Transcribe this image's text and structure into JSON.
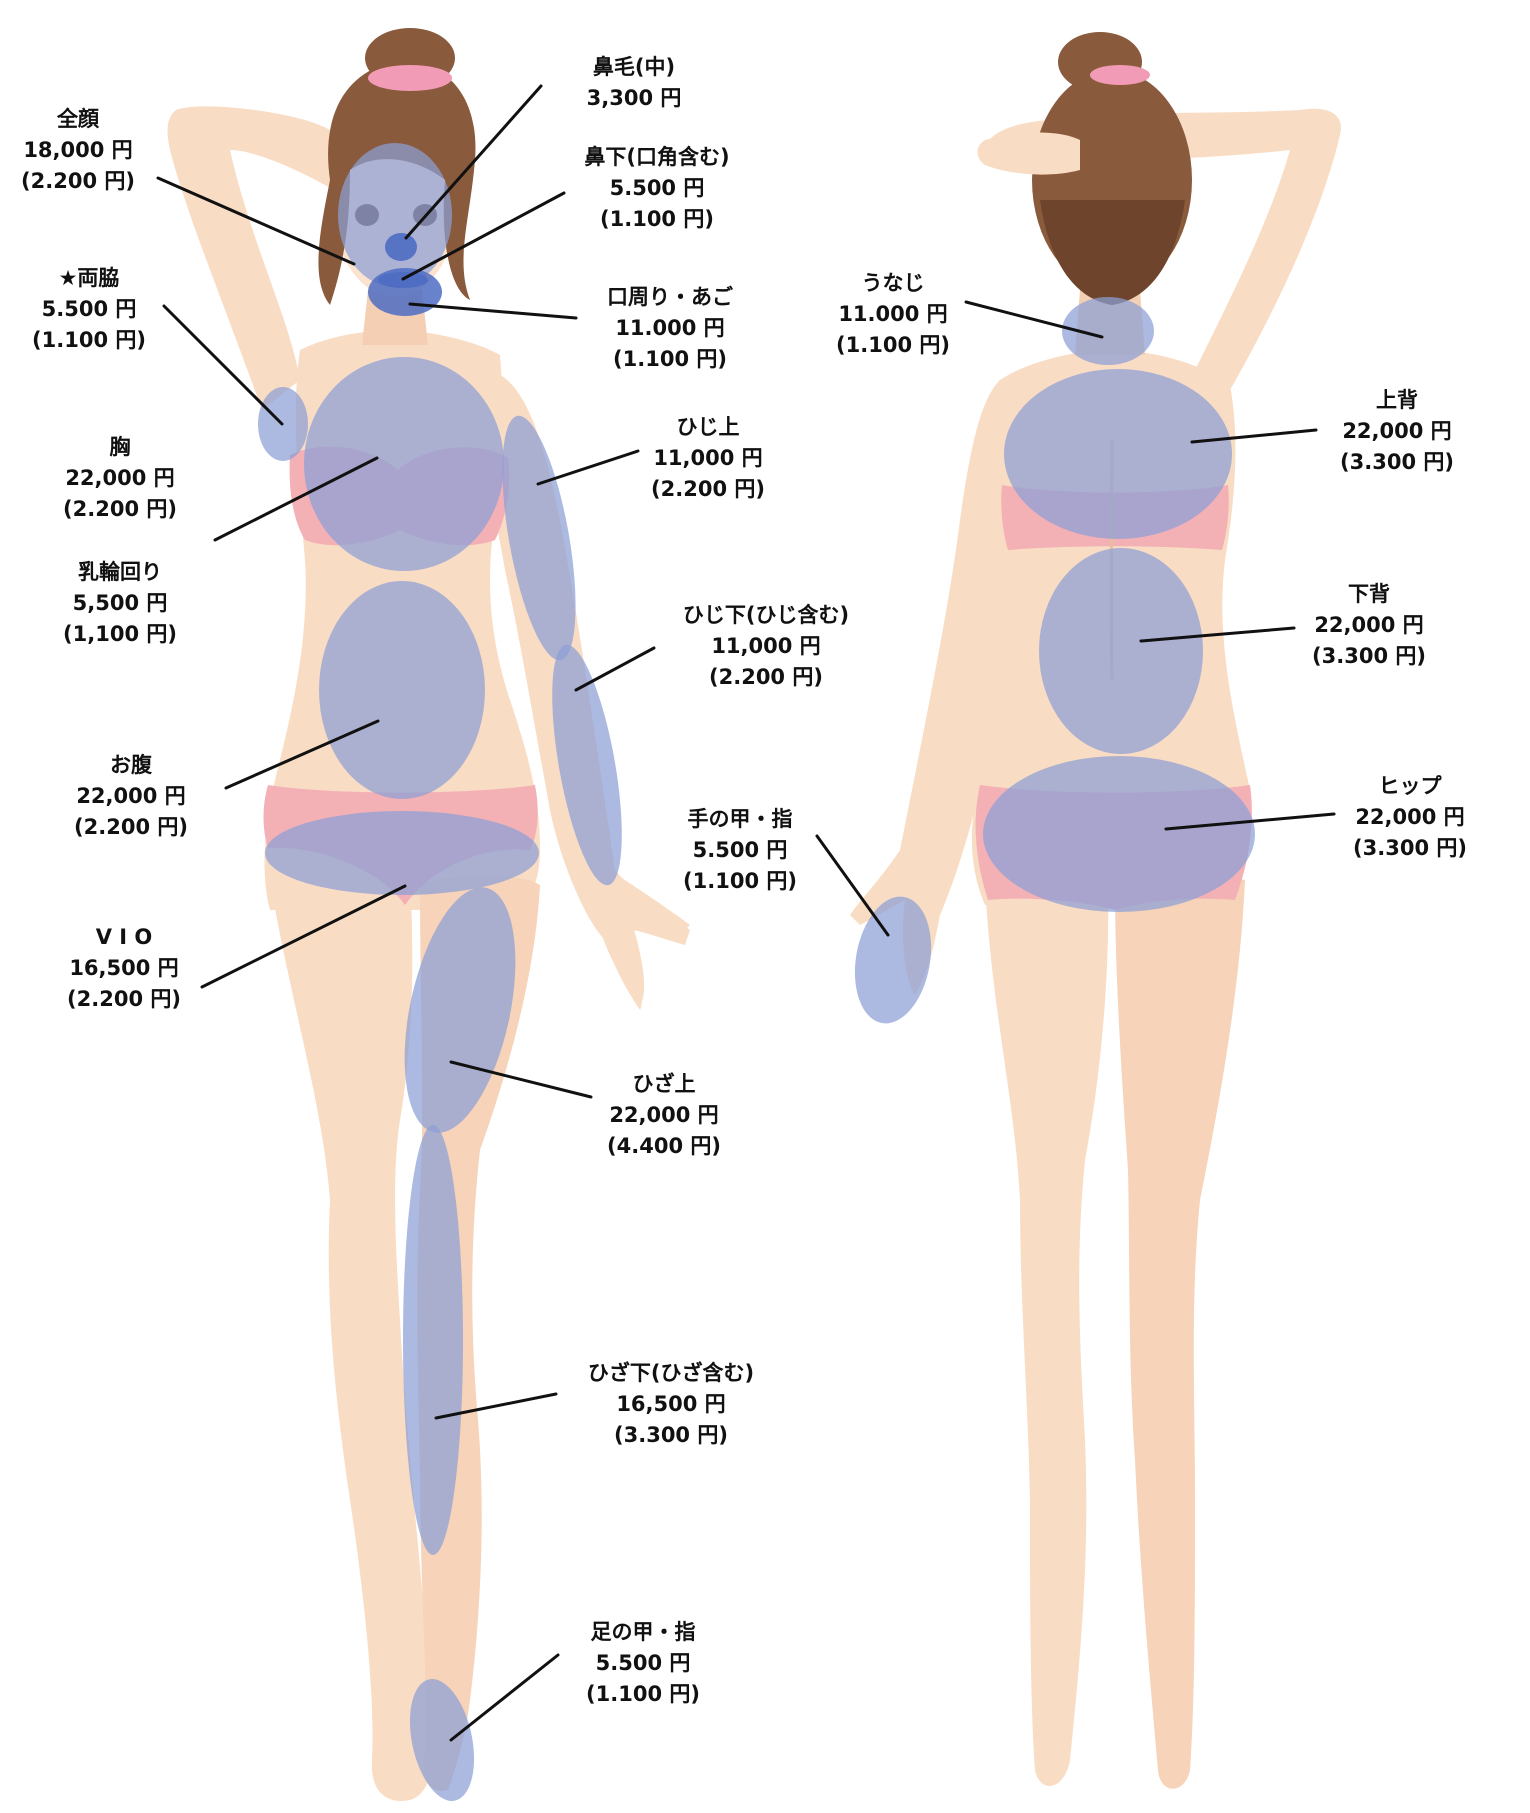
{
  "colors": {
    "skin": "#f9dcc4",
    "skin_shade": "#f1c8aa",
    "hair": "#8a5a3c",
    "hair_dark": "#6e452c",
    "bikini": "#f3b1b6",
    "zone": "#8c9fd6",
    "zone_dark": "#4d6cc2",
    "line": "#111111"
  },
  "labels": {
    "zenkao": {
      "name": "全顔",
      "price": "18,000 円",
      "sub": "(2.200 円)"
    },
    "hanage": {
      "name": "鼻毛(中)",
      "price": "3,300 円"
    },
    "hanashita": {
      "name": "鼻下(口角含む)",
      "price": "5.500 円",
      "sub": "(1.100 円)"
    },
    "kuchimawari": {
      "name": "口周り・あご",
      "price": "11.000 円",
      "sub": "(1.100 円)"
    },
    "ryowaki": {
      "name": "★両脇",
      "price": "5.500 円",
      "sub": "(1.100 円)"
    },
    "mune": {
      "name": "胸",
      "price": "22,000 円",
      "sub": "(2.200 円)"
    },
    "nyurin": {
      "name": "乳輪回り",
      "price": "5,500 円",
      "sub": "(1,100 円)"
    },
    "hijiue": {
      "name": "ひじ上",
      "price": "11,000 円",
      "sub": "(2.200 円)"
    },
    "hijishita": {
      "name": "ひじ下(ひじ含む)",
      "price": "11,000 円",
      "sub": "(2.200 円)"
    },
    "onaka": {
      "name": "お腹",
      "price": "22,000 円",
      "sub": "(2.200 円)"
    },
    "vio": {
      "name": "V I O",
      "price": "16,500 円",
      "sub": "(2.200 円)"
    },
    "tenoko": {
      "name": "手の甲・指",
      "price": "5.500 円",
      "sub": "(1.100 円)"
    },
    "hizaue": {
      "name": "ひざ上",
      "price": "22,000 円",
      "sub": "(4.400 円)"
    },
    "hizashita": {
      "name": "ひざ下(ひざ含む)",
      "price": "16,500 円",
      "sub": "(3.300 円)"
    },
    "ashinoko": {
      "name": "足の甲・指",
      "price": "5.500 円",
      "sub": "(1.100 円)"
    },
    "unaji": {
      "name": "うなじ",
      "price": "11.000 円",
      "sub": "(1.100 円)"
    },
    "uwasenaka": {
      "name": "上背",
      "price": "22,000 円",
      "sub": "(3.300 円)"
    },
    "shitasenaka": {
      "name": "下背",
      "price": "22,000 円",
      "sub": "(3.300 円)"
    },
    "hip": {
      "name": "ヒップ",
      "price": "22,000 円",
      "sub": "(3.300 円)"
    }
  }
}
